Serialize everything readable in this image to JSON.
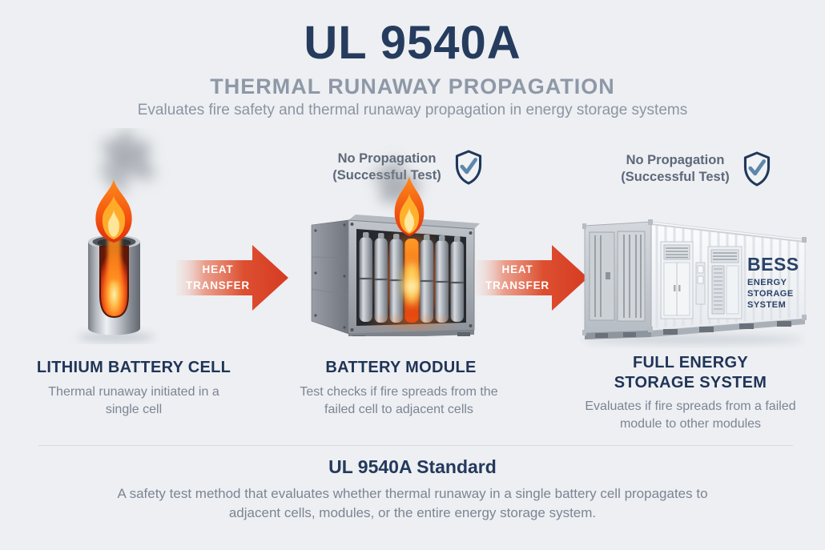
{
  "colors": {
    "background": "#edeff2",
    "navy": "#24395c",
    "subtitle_gray": "#8e98a7",
    "body_gray": "#7b8594",
    "arrow_red": "#d63b22",
    "check_blue": "#5f87ae",
    "flame_orange": "#ff7b1e"
  },
  "header": {
    "title": "UL 9540A",
    "subtitle": "THERMAL RUNAWAY PROPAGATION",
    "description": "Evaluates fire safety and thermal runaway propagation in energy storage systems"
  },
  "badges": [
    {
      "line1": "No Propagation",
      "line2": "(Successful Test)"
    },
    {
      "line1": "No Propagation",
      "line2": "(Successful Test)"
    }
  ],
  "arrows": [
    {
      "line1": "HEAT",
      "line2": "TRANSFER"
    },
    {
      "line1": "HEAT",
      "line2": "TRANSFER"
    }
  ],
  "stages": [
    {
      "title": "LITHIUM BATTERY CELL",
      "description": "Thermal runaway initiated in a single cell"
    },
    {
      "title": "BATTERY MODULE",
      "description": "Test checks if fire spreads from the failed cell to adjacent cells"
    },
    {
      "title": "FULL ENERGY STORAGE SYSTEM",
      "description": "Evaluates if fire spreads from a failed module to other modules"
    }
  ],
  "bess_label": {
    "brand": "BESS",
    "line1": "ENERGY",
    "line2": "STORAGE",
    "line3": "SYSTEM"
  },
  "footer": {
    "title": "UL 9540A Standard",
    "description": "A safety test method that evaluates whether thermal runaway in a single battery cell propagates to adjacent cells, modules, or the entire energy storage system."
  }
}
